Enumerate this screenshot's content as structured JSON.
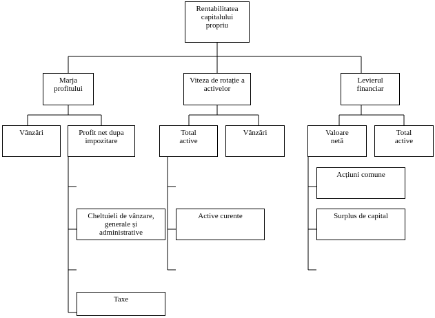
{
  "diagram": {
    "root": {
      "label": "Rentabilitatea\ncapitalului\npropriu"
    },
    "level1": {
      "marja": {
        "label": "Marja\nprofitului"
      },
      "viteza": {
        "label": "Viteza de rotație a\nactivelor"
      },
      "levierul": {
        "label": "Levierul\nfinanciar"
      }
    },
    "level2": {
      "vanzari_left": {
        "label": "Vânzări"
      },
      "profit_net": {
        "label": "Profit net dupa\nimpozitare"
      },
      "total_active_mid": {
        "label": "Total\nactive"
      },
      "vanzari_mid": {
        "label": "Vânzări"
      },
      "valoare_neta": {
        "label": "Valoare\nnetă"
      },
      "total_active_right": {
        "label": "Total\nactive"
      }
    },
    "level3": {
      "cheltuieli": {
        "label": "Cheltuieli de vânzare,\ngenerale și\nadministrative"
      },
      "taxe": {
        "label": "Taxe"
      },
      "active_curente": {
        "label": "Active curente"
      },
      "actiuni_comune": {
        "label": "Acțiuni comune"
      },
      "surplus": {
        "label": "Surplus de capital"
      }
    }
  }
}
